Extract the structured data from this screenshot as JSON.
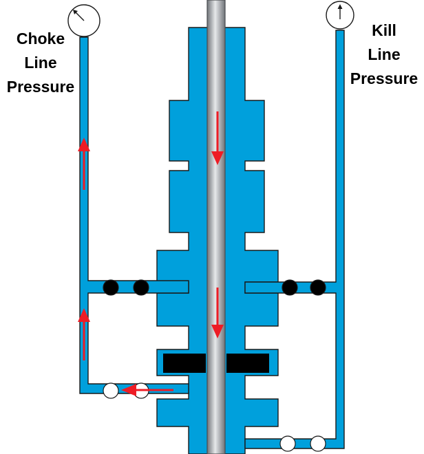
{
  "labels": {
    "choke": [
      "Choke",
      "Line",
      "Pressure"
    ],
    "kill": [
      "Kill",
      "Line",
      "Pressure"
    ]
  },
  "gauges": [
    {
      "name": "choke-line-pressure-gauge-icon",
      "needle": "up-left"
    },
    {
      "name": "kill-line-pressure-gauge-icon",
      "needle": "up"
    }
  ],
  "valves": {
    "open_count": 4,
    "closed_count": 4
  },
  "colors": {
    "fluid": "#00a0dc",
    "outline": "#1a1a1a",
    "flow_arrow": "#ee1c25",
    "pipe": "#9a9ea3",
    "ram": "#000000",
    "closed_valve": "#000000",
    "open_valve": "#ffffff"
  }
}
